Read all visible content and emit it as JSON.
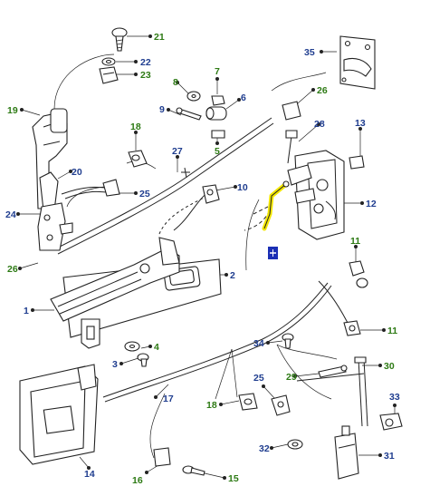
{
  "colors": {
    "callout_blue": "#1f3d8f",
    "callout_green": "#2d7a14",
    "highlight_yellow": "#f2e600",
    "marker_blue": "#1b2fb5",
    "ink": "#222222"
  },
  "callouts": [
    {
      "id": "21",
      "label": "21",
      "color": "#2d7a14"
    },
    {
      "id": "22",
      "label": "22",
      "color": "#1f3d8f"
    },
    {
      "id": "23",
      "label": "23",
      "color": "#2d7a14"
    },
    {
      "id": "35",
      "label": "35",
      "color": "#1f3d8f"
    },
    {
      "id": "19",
      "label": "19",
      "color": "#2d7a14"
    },
    {
      "id": "8",
      "label": "8",
      "color": "#2d7a14"
    },
    {
      "id": "7",
      "label": "7",
      "color": "#2d7a14"
    },
    {
      "id": "6",
      "label": "6",
      "color": "#1f3d8f"
    },
    {
      "id": "9",
      "label": "9",
      "color": "#1f3d8f"
    },
    {
      "id": "5",
      "label": "5",
      "color": "#2d7a14"
    },
    {
      "id": "26a",
      "label": "26",
      "color": "#2d7a14"
    },
    {
      "id": "28",
      "label": "28",
      "color": "#1f3d8f"
    },
    {
      "id": "13",
      "label": "13",
      "color": "#1f3d8f"
    },
    {
      "id": "18a",
      "label": "18",
      "color": "#2d7a14"
    },
    {
      "id": "27",
      "label": "27",
      "color": "#1f3d8f"
    },
    {
      "id": "20",
      "label": "20",
      "color": "#1f3d8f"
    },
    {
      "id": "25a",
      "label": "25",
      "color": "#1f3d8f"
    },
    {
      "id": "10",
      "label": "10",
      "color": "#1f3d8f"
    },
    {
      "id": "12",
      "label": "12",
      "color": "#1f3d8f"
    },
    {
      "id": "24",
      "label": "24",
      "color": "#1f3d8f"
    },
    {
      "id": "26b",
      "label": "26",
      "color": "#2d7a14"
    },
    {
      "id": "11a",
      "label": "11",
      "color": "#2d7a14"
    },
    {
      "id": "2",
      "label": "2",
      "color": "#1f3d8f"
    },
    {
      "id": "1",
      "label": "1",
      "color": "#1f3d8f"
    },
    {
      "id": "11b",
      "label": "11",
      "color": "#2d7a14"
    },
    {
      "id": "4",
      "label": "4",
      "color": "#2d7a14"
    },
    {
      "id": "3",
      "label": "3",
      "color": "#1f3d8f"
    },
    {
      "id": "34",
      "label": "34",
      "color": "#1f3d8f"
    },
    {
      "id": "30",
      "label": "30",
      "color": "#2d7a14"
    },
    {
      "id": "29",
      "label": "29",
      "color": "#2d7a14"
    },
    {
      "id": "25b",
      "label": "25",
      "color": "#1f3d8f"
    },
    {
      "id": "17",
      "label": "17",
      "color": "#1f3d8f"
    },
    {
      "id": "18b",
      "label": "18",
      "color": "#2d7a14"
    },
    {
      "id": "33",
      "label": "33",
      "color": "#1f3d8f"
    },
    {
      "id": "14",
      "label": "14",
      "color": "#1f3d8f"
    },
    {
      "id": "32",
      "label": "32",
      "color": "#1f3d8f"
    },
    {
      "id": "31",
      "label": "31",
      "color": "#1f3d8f"
    },
    {
      "id": "16",
      "label": "16",
      "color": "#2d7a14"
    },
    {
      "id": "15",
      "label": "15",
      "color": "#2d7a14"
    }
  ],
  "reference_marker": {
    "icon": "highlighted-rod-marker-icon"
  }
}
